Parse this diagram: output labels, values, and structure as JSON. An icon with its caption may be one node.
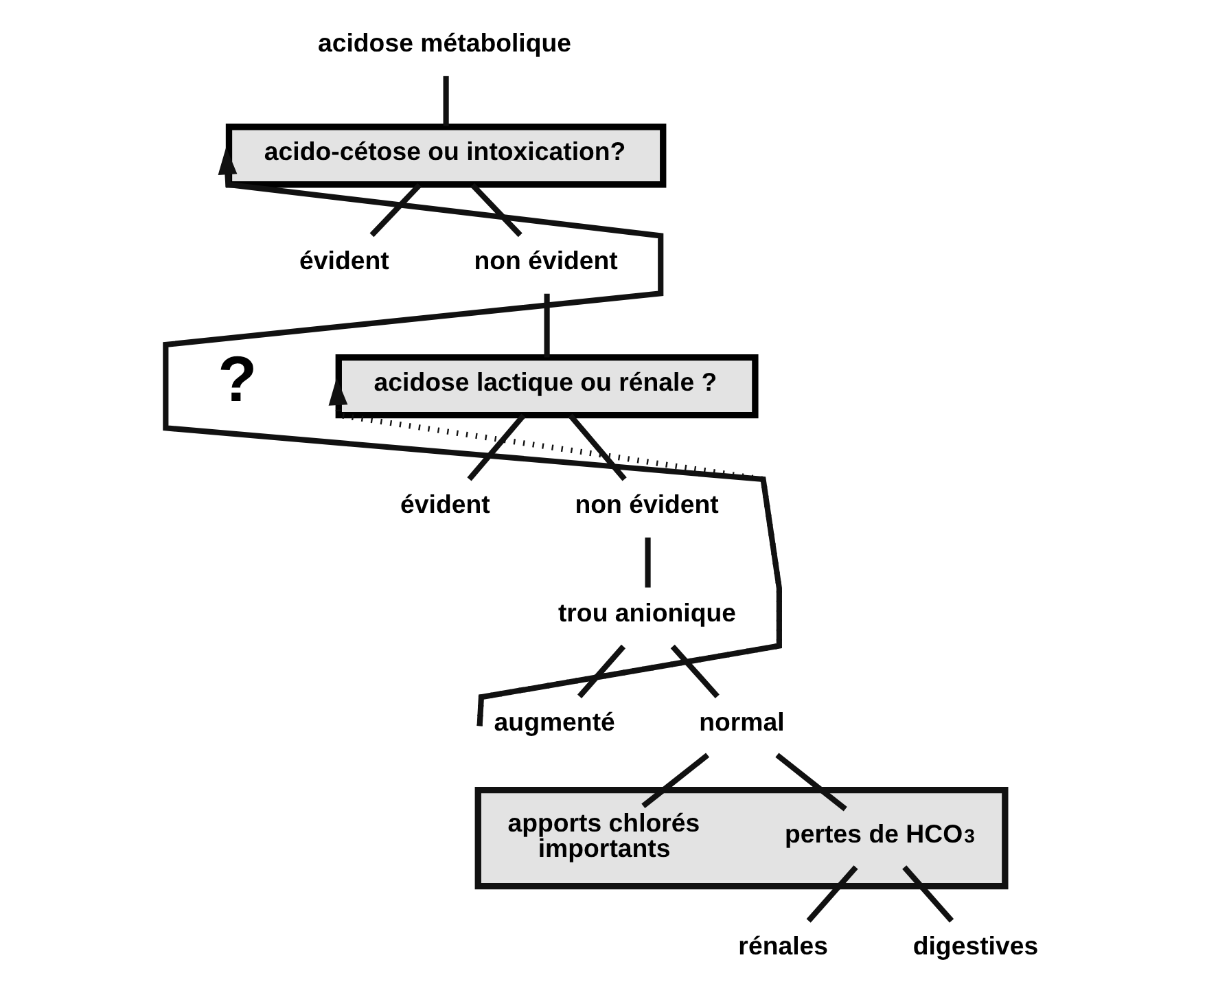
{
  "diagram": {
    "nodes": [
      {
        "text": [
          "acidose métabolique"
        ]
      },
      {
        "text": [
          "acido-cétose ou intoxication?"
        ]
      },
      {
        "text": [
          "évident"
        ]
      },
      {
        "text": [
          "non évident"
        ]
      },
      {
        "text": [
          "acidose lactique ou rénale ?"
        ]
      },
      {
        "text": [
          "évident"
        ]
      },
      {
        "text": [
          "non évident"
        ]
      },
      {
        "text": [
          "trou anionique"
        ]
      },
      {
        "text": [
          "augmenté"
        ]
      },
      {
        "text": [
          "normal"
        ]
      },
      {
        "text": [],
        "shape": "box"
      },
      {
        "text": [
          "pertes de HCO$_{3}$"
        ],
        "in": 10
      },
      {
        "text": [
          "apports chlorés importants"
        ],
        "in": 10
      },
      {
        "text": [
          "rénales"
        ]
      },
      {
        "text": [
          "digestives"
        ]
      }
    ],
    "edges": [
      {
        "from": 0,
        "to": 1,
        "arrow": "none"
      },
      {
        "from": 1,
        "to": 2,
        "arrow": "none"
      },
      {
        "from": 1,
        "to": 3,
        "arrow": "none"
      },
      {
        "from": 3,
        "to": 4,
        "arrow": "none"
      },
      {
        "from": 4,
        "to": 5,
        "arrow": "none"
      },
      {
        "from": 4,
        "to": 6,
        "arrow": "none"
      },
      {
        "from": 6,
        "to": 7,
        "arrow": "none"
      },
      {
        "from": 7,
        "to": 8,
        "arrow": "none"
      },
      {
        "from": 7,
        "to": 9,
        "arrow": "none"
      },
      {
        "from": 9,
        "to": 11,
        "arrow": "none"
      },
      {
        "from": 9,
        "to": 12,
        "arrow": "none"
      },
      {
        "from": 11,
        "to": 13,
        "arrow": "none"
      },
      {
        "from": 11,
        "to": 14,
        "arrow": "none"
      },
      {
        "from": 8,
        "to": 1,
        "arrow": "to"
      },
      {
        "from": 8,
        "to": 4,
        "arrow": "to",
        "style": "dashed"
      }
    ],
    "labels": [
      "?"
    ]
  }
}
